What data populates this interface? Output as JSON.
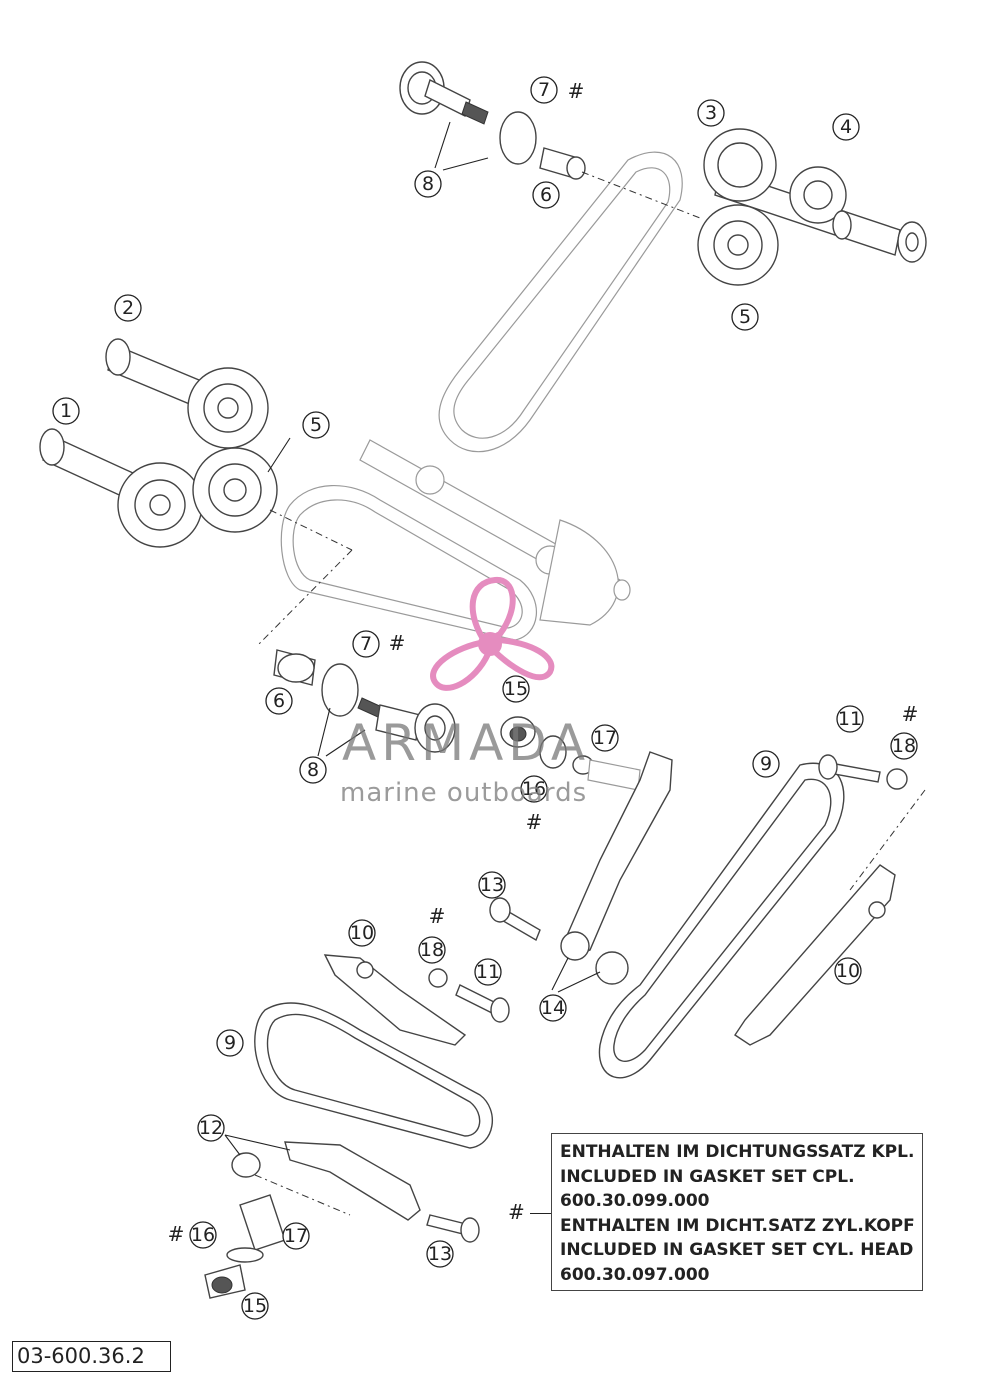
{
  "diagram": {
    "callouts": [
      {
        "id": "c1",
        "label": "1"
      },
      {
        "id": "c2",
        "label": "2"
      },
      {
        "id": "c3",
        "label": "3"
      },
      {
        "id": "c4",
        "label": "4"
      },
      {
        "id": "c5a",
        "label": "5"
      },
      {
        "id": "c5b",
        "label": "5"
      },
      {
        "id": "c6a",
        "label": "6"
      },
      {
        "id": "c6b",
        "label": "6"
      },
      {
        "id": "c7a",
        "label": "7"
      },
      {
        "id": "c7b",
        "label": "7"
      },
      {
        "id": "c8a",
        "label": "8"
      },
      {
        "id": "c8b",
        "label": "8"
      },
      {
        "id": "c9a",
        "label": "9"
      },
      {
        "id": "c9b",
        "label": "9"
      },
      {
        "id": "c10a",
        "label": "10"
      },
      {
        "id": "c10b",
        "label": "10"
      },
      {
        "id": "c11a",
        "label": "11"
      },
      {
        "id": "c11b",
        "label": "11"
      },
      {
        "id": "c12",
        "label": "12"
      },
      {
        "id": "c13a",
        "label": "13"
      },
      {
        "id": "c13b",
        "label": "13"
      },
      {
        "id": "c14",
        "label": "14"
      },
      {
        "id": "c15a",
        "label": "15"
      },
      {
        "id": "c15b",
        "label": "15"
      },
      {
        "id": "c16a",
        "label": "16"
      },
      {
        "id": "c16b",
        "label": "16"
      },
      {
        "id": "c17a",
        "label": "17"
      },
      {
        "id": "c17b",
        "label": "17"
      },
      {
        "id": "c18a",
        "label": "18"
      },
      {
        "id": "c18b",
        "label": "18"
      }
    ],
    "gasket_marker": "#",
    "legend": {
      "marker": "#",
      "lines": [
        "ENTHALTEN IM DICHTUNGSSATZ KPL.",
        "INCLUDED IN GASKET SET CPL.",
        "600.30.099.000",
        "ENTHALTEN IM DICHT.SATZ ZYL.KOPF",
        "INCLUDED IN GASKET SET CYL. HEAD",
        "600.30.097.000"
      ]
    },
    "drawing_code": "03-600.36.2"
  },
  "watermark": {
    "name": "ARMADA",
    "tagline": "marine outboards",
    "accent_color": "#e58cbf"
  }
}
